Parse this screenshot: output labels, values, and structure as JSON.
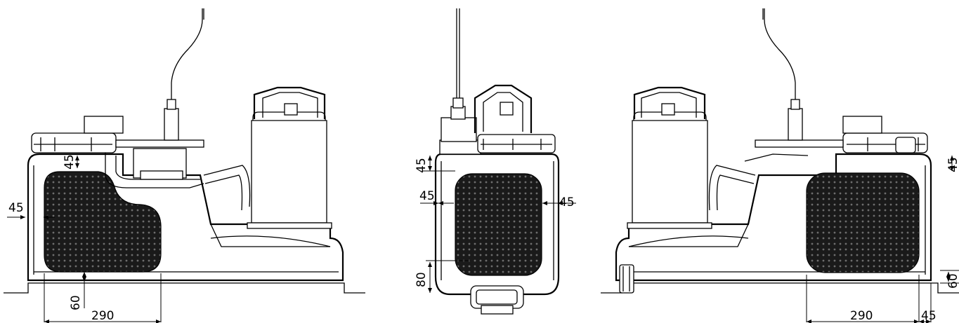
{
  "dimensions": {
    "left_view": {
      "side": "45",
      "top": "45",
      "bottom": "60",
      "width": "290"
    },
    "middle_view": {
      "top": "45",
      "left": "45",
      "right": "45",
      "bottom": "80"
    },
    "right_view": {
      "top": "45",
      "bottom": "60",
      "width": "290",
      "side": "45"
    }
  }
}
